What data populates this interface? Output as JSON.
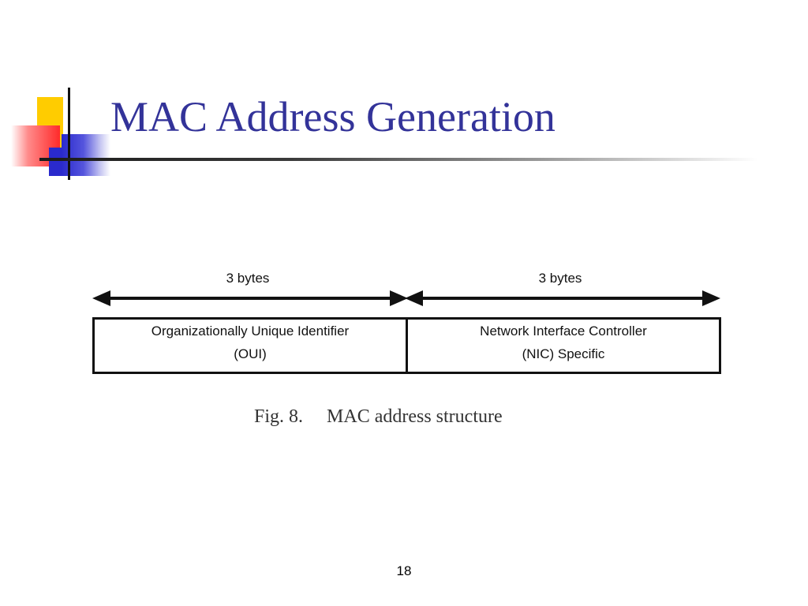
{
  "slide": {
    "title": "MAC Address Generation",
    "page_number": "18"
  },
  "diagram": {
    "left_span_label": "3 bytes",
    "right_span_label": "3 bytes",
    "fields": [
      {
        "line1": "Organizationally Unique Identifier",
        "line2": "(OUI)"
      },
      {
        "line1": "Network Interface Controller",
        "line2": "(NIC) Specific"
      }
    ],
    "caption_number": "Fig. 8.",
    "caption_text": "MAC address structure"
  },
  "colors": {
    "title": "#333399",
    "logo_yellow": "#ffcc00",
    "logo_red": "#ff2a2a",
    "logo_blue": "#2a2acc"
  }
}
